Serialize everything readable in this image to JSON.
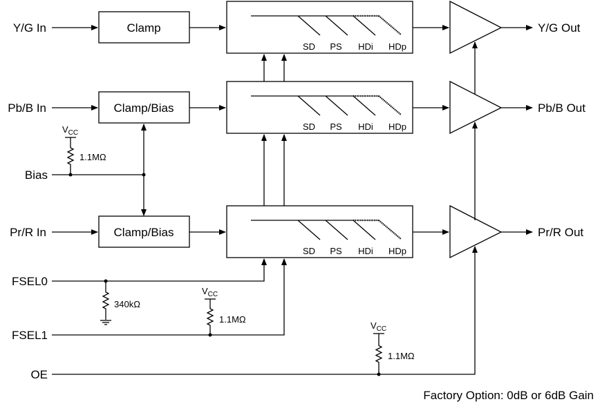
{
  "inputs": [
    "Y/G In",
    "Pb/B In",
    "Pr/R In"
  ],
  "outputs": [
    "Y/G Out",
    "Pb/B Out",
    "Pr/R Out"
  ],
  "input_blocks": [
    "Clamp",
    "Clamp/Bias",
    "Clamp/Bias"
  ],
  "filter_labels": [
    "SD",
    "PS",
    "HDi",
    "HDp"
  ],
  "controls": {
    "bias": "Bias",
    "fsel0": "FSEL0",
    "fsel1": "FSEL1",
    "oe": "OE"
  },
  "supply": {
    "vcc_main": "V",
    "vcc_sub": "CC"
  },
  "resistors": {
    "bias_pullup": "1.1MΩ",
    "fsel0_pulldown": "340kΩ",
    "fsel1_pullup": "1.1MΩ",
    "oe_pullup": "1.1MΩ"
  },
  "footer": "Factory Option: 0dB or 6dB Gain"
}
